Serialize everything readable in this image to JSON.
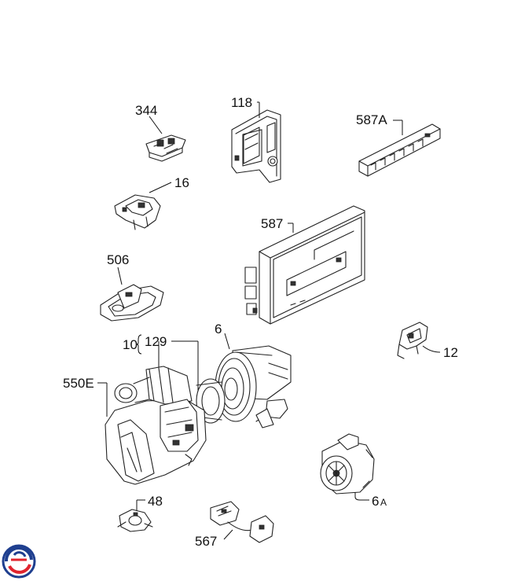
{
  "parts": [
    {
      "id": "p344",
      "label": "344"
    },
    {
      "id": "p118",
      "label": "118"
    },
    {
      "id": "p587A",
      "label": "587A"
    },
    {
      "id": "p16",
      "label": "16"
    },
    {
      "id": "p587",
      "label": "587"
    },
    {
      "id": "p506",
      "label": "506"
    },
    {
      "id": "p6",
      "label": "6"
    },
    {
      "id": "p10",
      "label": "10"
    },
    {
      "id": "p129",
      "label": "129"
    },
    {
      "id": "p12",
      "label": "12"
    },
    {
      "id": "p550E",
      "label": "550E"
    },
    {
      "id": "p48",
      "label": "48"
    },
    {
      "id": "p6A_num",
      "label": "6"
    },
    {
      "id": "p6A_suffix",
      "label": "A"
    },
    {
      "id": "p567",
      "label": "567"
    }
  ],
  "labels": {
    "l344": "344",
    "l118": "118",
    "l587A": "587A",
    "l16": "16",
    "l587": "587",
    "l506": "506",
    "l6": "6",
    "l10": "10",
    "l129": "129",
    "l12": "12",
    "l550E": "550E",
    "l48": "48",
    "l6A_num": "6",
    "l6A_suffix": "A",
    "l567": "567"
  },
  "logo": {
    "colors": {
      "blue": "#1f3f8f",
      "red": "#e0242e"
    }
  }
}
